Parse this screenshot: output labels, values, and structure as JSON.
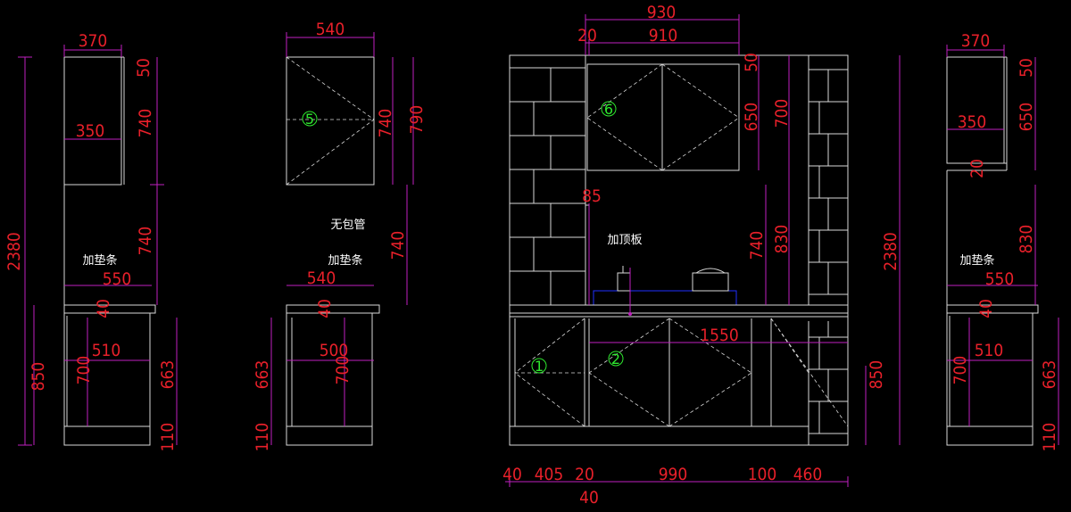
{
  "colors": {
    "background": "#000000",
    "dimension_text": "#e8202a",
    "dimension_line": "#c020c0",
    "geometry": "#d8d8d8",
    "marker": "#2ee82e",
    "hood_outline": "#2030ff"
  },
  "dims": {
    "d370a": "370",
    "d540a": "540",
    "d930": "930",
    "d20a": "20",
    "d910": "910",
    "d370b": "370",
    "d50a": "50",
    "d740a": "740",
    "d350a": "350",
    "d740b": "740",
    "d2380a": "2380",
    "d550a": "550",
    "d40a": "40",
    "d510a": "510",
    "d700a": "700",
    "d850a": "850",
    "d663a": "663",
    "d110a": "110",
    "d740c": "740",
    "d790": "790",
    "d740d": "740",
    "d540b": "540",
    "d40b": "40",
    "d500": "500",
    "d700b": "700",
    "d663b": "663",
    "d110b": "110",
    "d50b": "50",
    "d650a": "650",
    "d700c": "700",
    "d85": "85",
    "d740e": "740",
    "d830a": "830",
    "d1550": "1550",
    "d850b": "850",
    "d2380b": "2380",
    "d40c": "40",
    "d405": "405",
    "d20b": "20",
    "d990": "990",
    "d100": "100",
    "d460": "460",
    "d40d": "40",
    "d50c": "50",
    "d350b": "350",
    "d650b": "650",
    "d20c": "20",
    "d830b": "830",
    "d550b": "550",
    "d40e": "40",
    "d510b": "510",
    "d700d": "700",
    "d663c": "663",
    "d110c": "110"
  },
  "labels": {
    "strip_left": "加垫条",
    "no_pipe": "无包管",
    "strip_mid": "加垫条",
    "top_board": "加顶板",
    "strip_right": "加垫条"
  },
  "markers": {
    "m1": "1",
    "m2": "2",
    "m5": "5",
    "m6": "6"
  }
}
